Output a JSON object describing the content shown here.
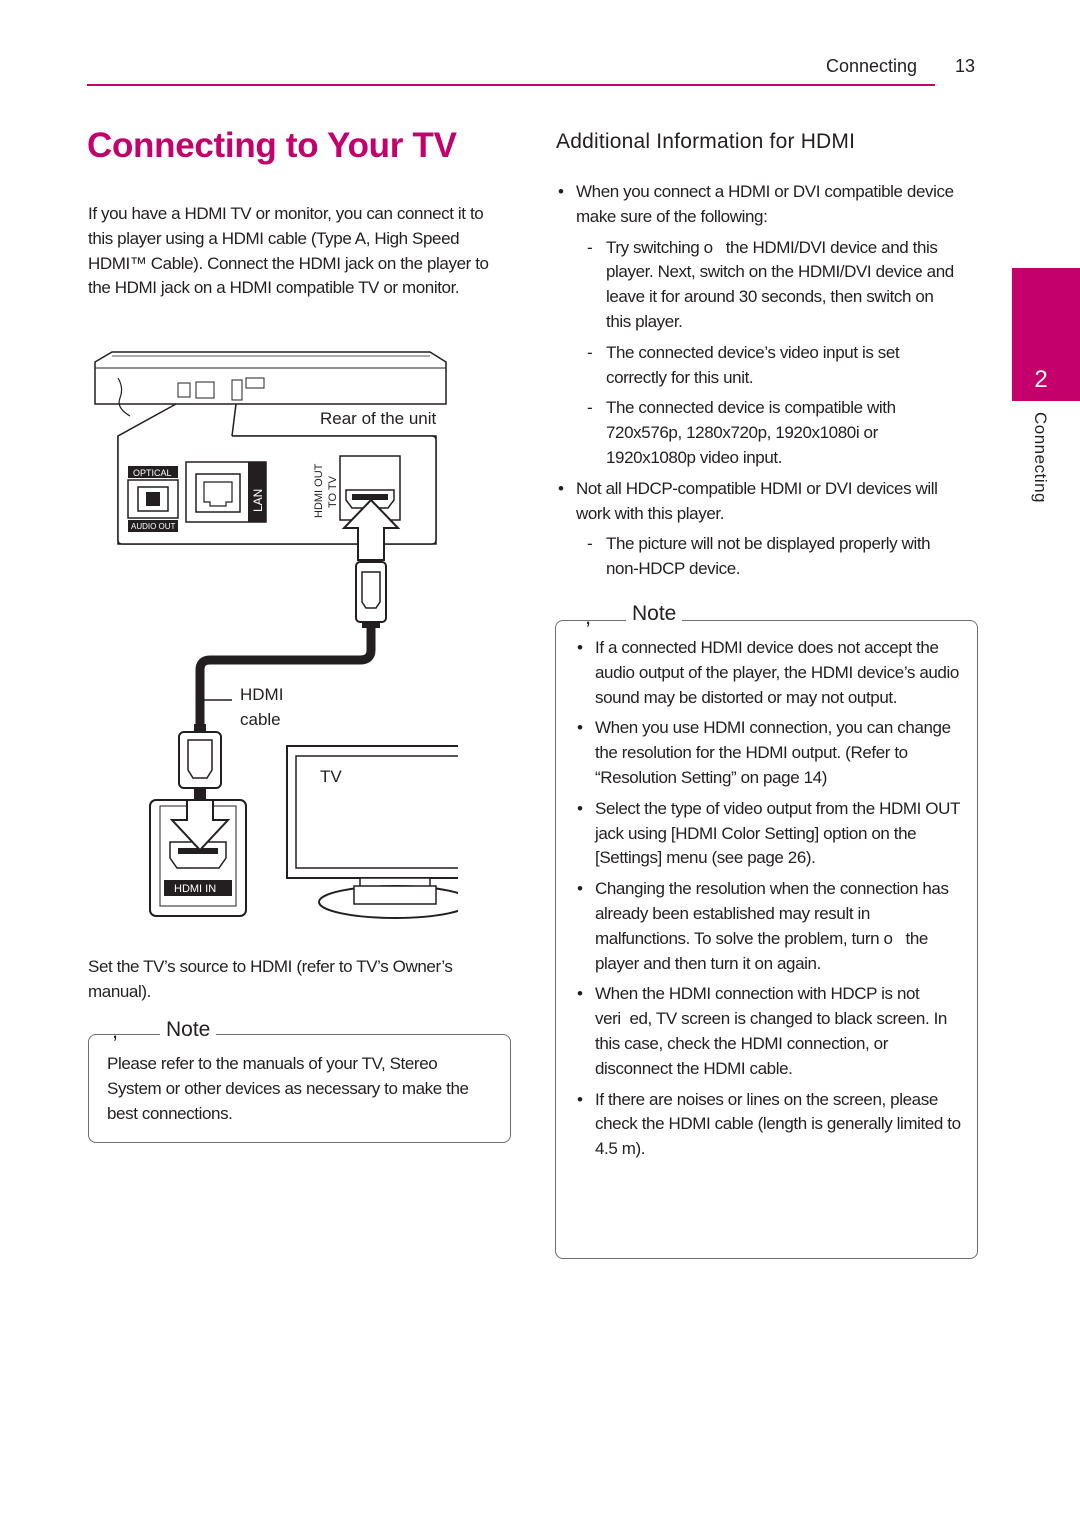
{
  "header": {
    "section": "Connecting",
    "page_number": "13"
  },
  "title": "Connecting to Your TV",
  "intro": "If you have a HDMI TV or monitor, you can connect it to this player using a HDMI cable (Type A, High Speed HDMI™ Cable). Connect the HDMI jack on the player to the HDMI jack on a HDMI compatible TV or monitor.",
  "diagram": {
    "rear_label": "Rear of the unit",
    "optical": "OPTICAL",
    "audio_out": "AUDIO OUT",
    "lan": "LAN",
    "hdmi_out": "HDMI OUT",
    "to_tv": "TO TV",
    "cable_label_1": "HDMI",
    "cable_label_2": "cable",
    "tv_label": "TV",
    "hdmi_in": "HDMI IN"
  },
  "caption": "Set the TV’s source to HDMI (refer to TV’s Owner’s manual).",
  "note_label": "Note",
  "note_mark": ",",
  "note1_text": "Please refer to the manuals of your TV, Stereo System or other devices as necessary to make the best connections.",
  "section_title": "Additional Information for HDMI",
  "info": {
    "b1": "When you connect a HDMI or DVI compatible device make sure of the following:",
    "d1": "Try switching o   the HDMI/DVI device and this player. Next, switch on the HDMI/DVI device and leave it for around 30 seconds, then switch on this player.",
    "d2": "The connected device’s video input is set correctly for this unit.",
    "d3": "The connected device is compatible with 720x576p, 1280x720p, 1920x1080i or 1920x1080p video input.",
    "b2": "Not all HDCP-compatible HDMI or DVI devices will work with this player.",
    "d4": "The picture will not be displayed properly with non-HDCP device."
  },
  "note2": [
    "If a connected HDMI device does not accept the audio output of the player, the HDMI device’s audio sound may be distorted or may not output.",
    "When you use HDMI connection, you can change the resolution for the HDMI output. (Refer to “Resolution Setting” on page 14)",
    "Select the type of video output from the HDMI OUT jack using [HDMI Color Setting] option on the [Settings] menu (see page 26).",
    "Changing the resolution when the connection has already been established may result in malfunctions. To solve the problem, turn o   the player and then turn it on again.",
    "When the HDMI connection with HDCP is not veri  ed, TV screen is changed to black screen. In this case, check the HDMI connection, or disconnect the HDMI cable.",
    "If there are noises or lines on the screen, please check the HDMI cable (length is generally limited to 4.5 m)."
  ],
  "side_tab": {
    "number": "2",
    "label": "Connecting"
  },
  "colors": {
    "accent": "#c3006b",
    "text": "#231f20",
    "rule": "#6d6e71"
  }
}
